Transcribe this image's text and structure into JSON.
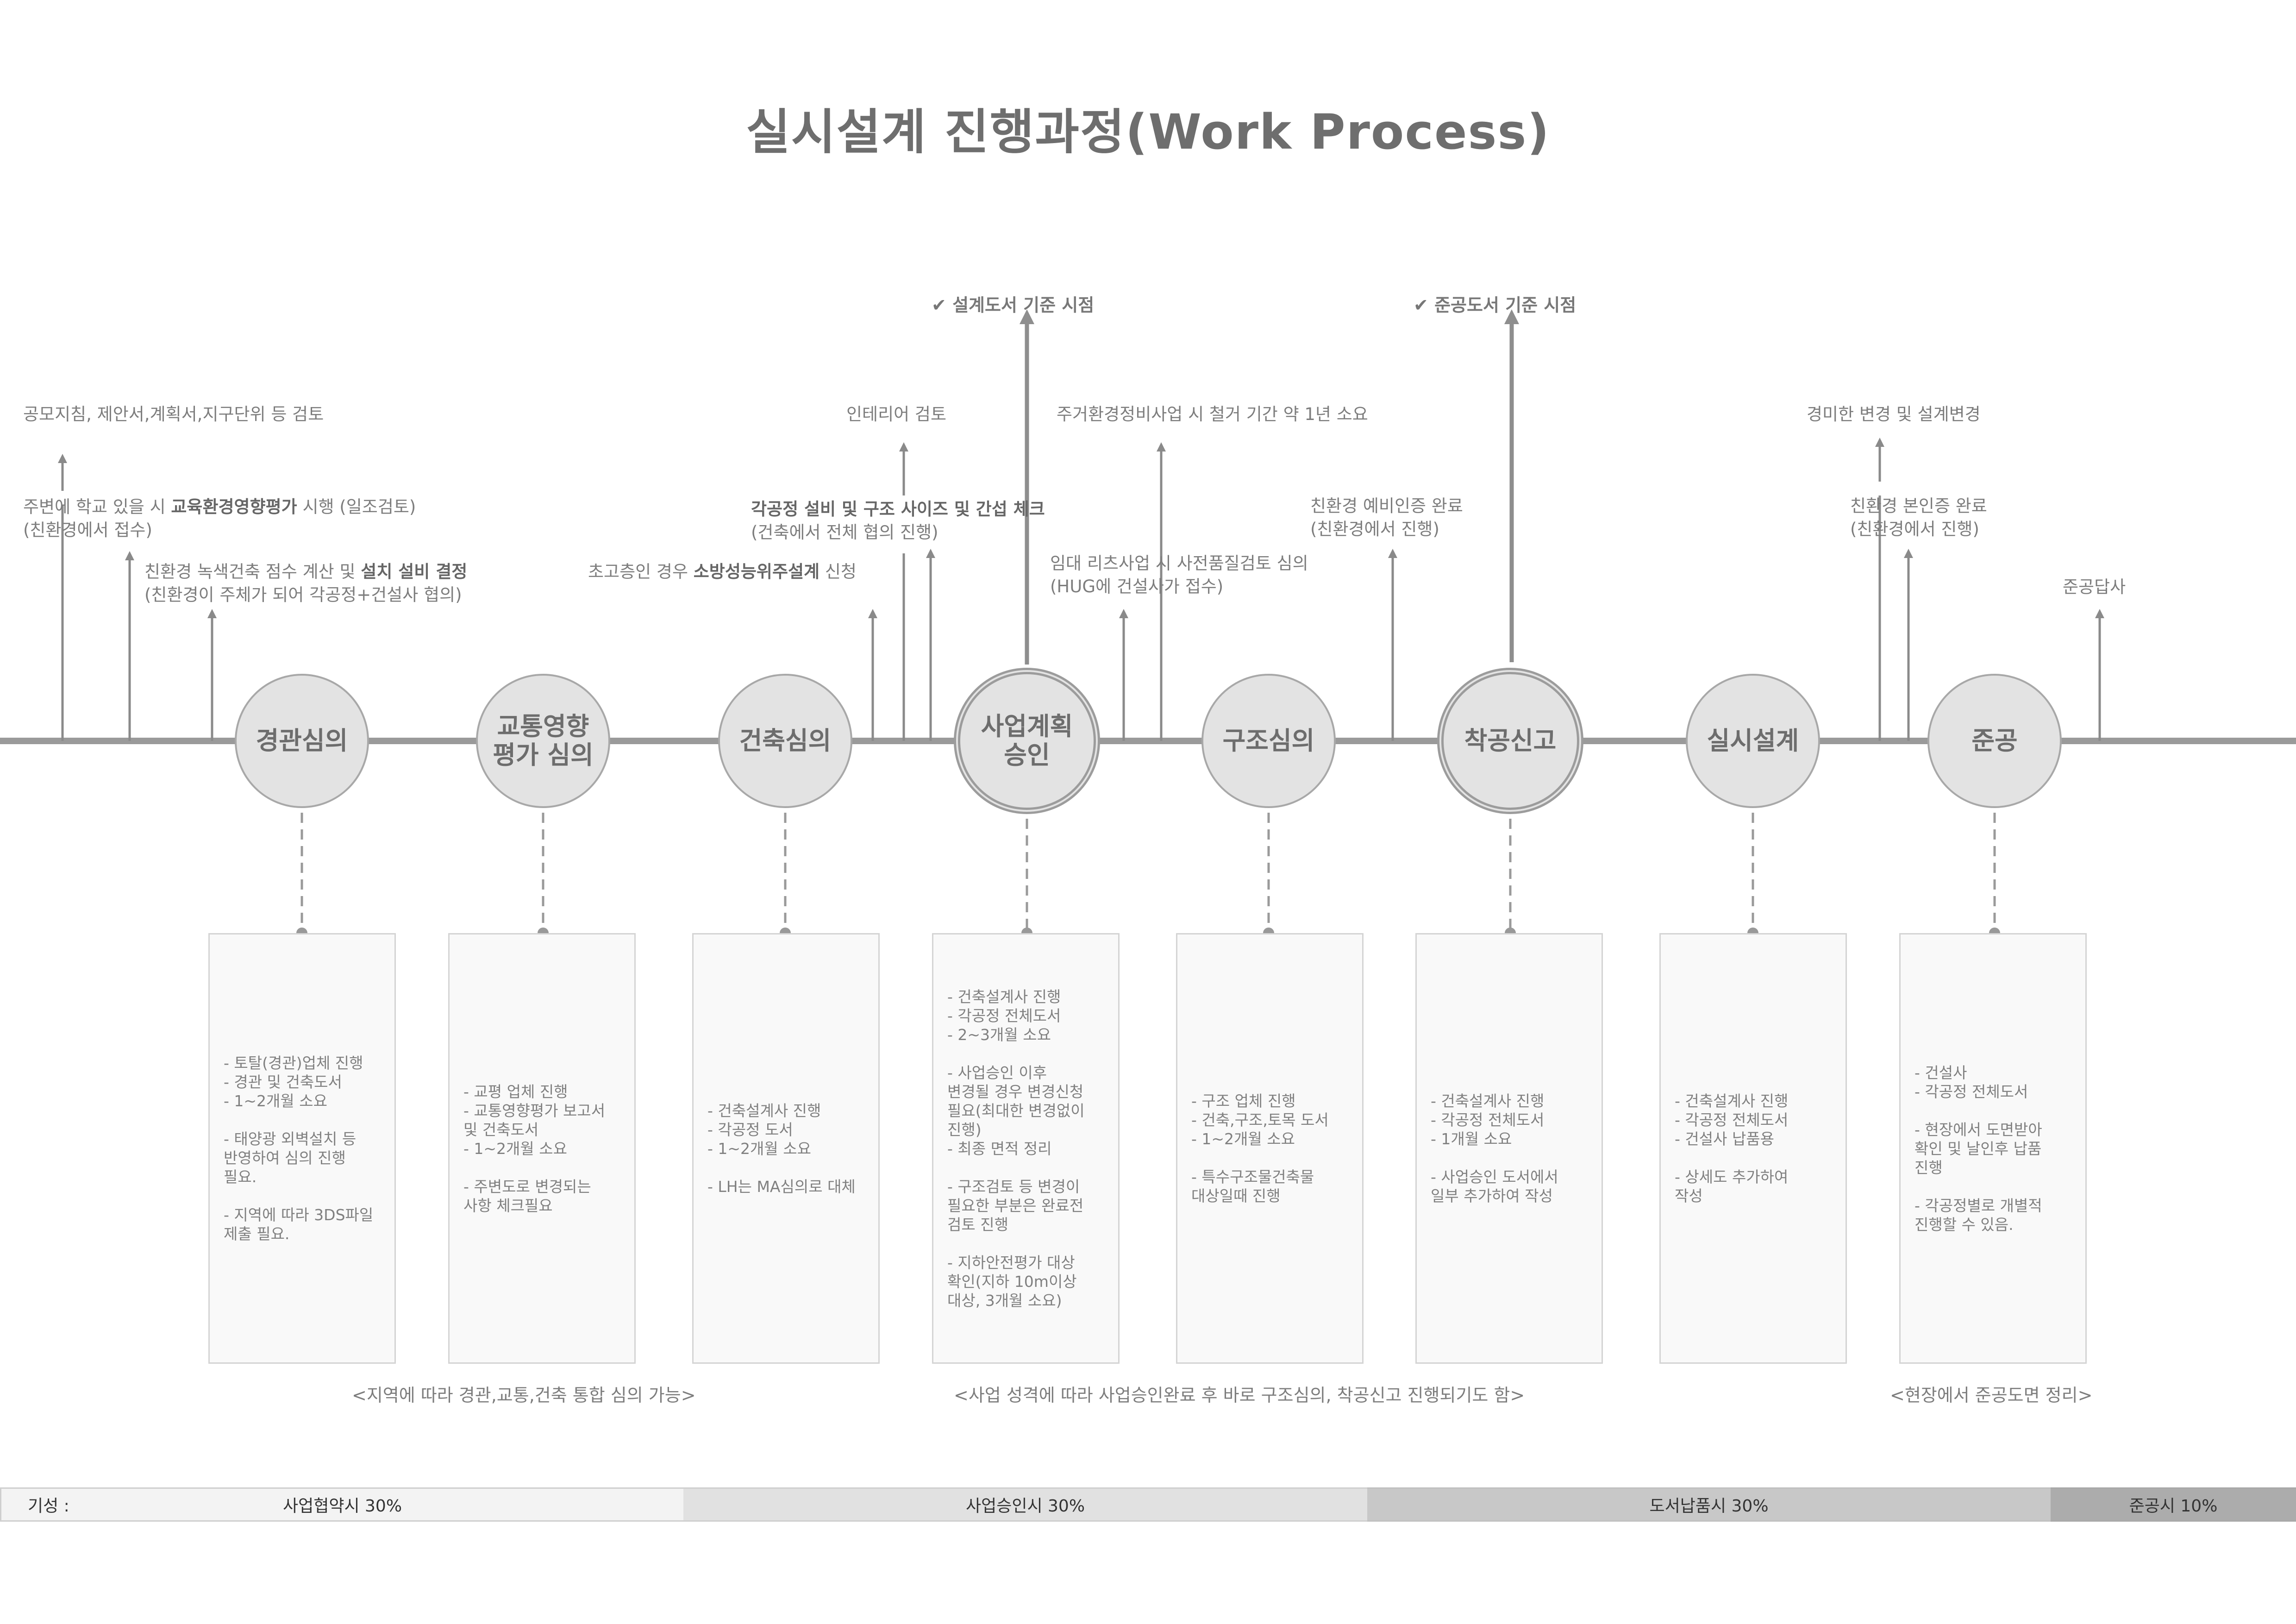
{
  "title": "실시설계 진행과정(Work Process)",
  "milestones": [
    {
      "label": "✔ 설계도서 기준 시점"
    },
    {
      "label": "✔ 준공도서 기준 시점"
    }
  ],
  "annotations": [
    {
      "text": "공모지침, 제안서,계획서,지구단위 등 검토"
    },
    {
      "text": "주변에 학교 있을 시 <b>교육환경영향평가</b> 시행 (일조검토)<br>(친환경에서 접수)"
    },
    {
      "text": "친환경 녹색건축 점수 계산 및 <b>설치 설비 결정</b><br>(친환경이 주체가 되어 각공정+건설사 협의)"
    },
    {
      "text": "인테리어 검토"
    },
    {
      "text": "<b>각공정 설비 및 구조 사이즈 및 간섭 체크</b><br>(건축에서 전체 협의 진행)"
    },
    {
      "text": "초고층인 경우 <b>소방성능위주설계</b> 신청"
    },
    {
      "text": "주거환경정비사업 시 철거 기간 약 1년 소요"
    },
    {
      "text": "임대 리츠사업 시 사전품질검토 심의<br>(HUG에 건설사가 접수)"
    },
    {
      "text": "친환경 예비인증 완료<br>(친환경에서 진행)"
    },
    {
      "text": "경미한 변경 및 설계변경"
    },
    {
      "text": "친환경 본인증 완료<br>(친환경에서 진행)"
    },
    {
      "text": "준공답사"
    }
  ],
  "stages": [
    {
      "name": "경관심의",
      "major": false,
      "details": [
        "- 토탈(경관)업체 진행<br>- 경관 및 건축도서<br>- 1~2개월 소요",
        "- 태양광 외벽설치 등<br>반영하여 심의 진행<br>필요.",
        "- 지역에 따라 3DS파일<br>제출 필요."
      ]
    },
    {
      "name": "교통영향<br>평가 심의",
      "major": false,
      "details": [
        "- 교평 업체 진행<br>- 교통영향평가 보고서<br>및 건축도서<br>- 1~2개월 소요",
        "- 주변도로 변경되는<br>사항 체크필요"
      ]
    },
    {
      "name": "건축심의",
      "major": false,
      "details": [
        "- 건축설계사 진행<br>- 각공정 도서<br>- 1~2개월 소요",
        "- LH는 MA심의로 대체"
      ]
    },
    {
      "name": "사업계획<br>승인",
      "major": true,
      "details": [
        "- 건축설계사 진행<br>- 각공정 전체도서<br>- 2~3개월 소요",
        "- 사업승인 이후<br>변경될 경우 변경신청<br>필요(최대한 변경없이<br>진행)<br>- 최종 면적 정리",
        "- 구조검토 등 변경이<br>필요한 부분은 완료전<br>검토 진행",
        "- 지하안전평가 대상<br>확인(지하 10m이상<br>대상, 3개월 소요)"
      ]
    },
    {
      "name": "구조심의",
      "major": false,
      "details": [
        "- 구조 업체 진행<br>- 건축,구조,토목 도서<br>- 1~2개월 소요",
        "- 특수구조물건축물<br>대상일때 진행"
      ]
    },
    {
      "name": "착공신고",
      "major": true,
      "details": [
        "- 건축설계사 진행<br>- 각공정 전체도서<br>- 1개월 소요",
        "- 사업승인 도서에서<br>일부 추가하여 작성"
      ]
    },
    {
      "name": "실시설계",
      "major": false,
      "details": [
        "- 건축설계사 진행<br>- 각공정 전체도서<br>- 건설사 납품용",
        "- 상세도 추가하여<br>작성"
      ]
    },
    {
      "name": "준공",
      "major": false,
      "details": [
        "- 건설사<br>- 각공정 전체도서",
        "- 현장에서 도면받아<br>확인 및 날인후 납품<br>진행",
        "- 각공정별로 개별적<br>진행할 수 있음."
      ]
    }
  ],
  "notes": [
    {
      "text": "<지역에 따라 경관,교통,건축 통합 심의 가능>"
    },
    {
      "text": "<사업 성격에 따라 사업승인완료 후 바로 구조심의, 착공신고 진행되기도 함>"
    },
    {
      "text": "<현장에서 준공도면 정리>"
    }
  ],
  "fees": {
    "label": "기성 :",
    "segments": [
      {
        "text": "사업협약시 30%",
        "color": "#f3f3f3"
      },
      {
        "text": "사업승인시 30%",
        "color": "#e1e1e1"
      },
      {
        "text": "도서납품시 30%",
        "color": "#c8c8c8"
      },
      {
        "text": "준공시 10%",
        "color": "#acacac"
      }
    ]
  }
}
